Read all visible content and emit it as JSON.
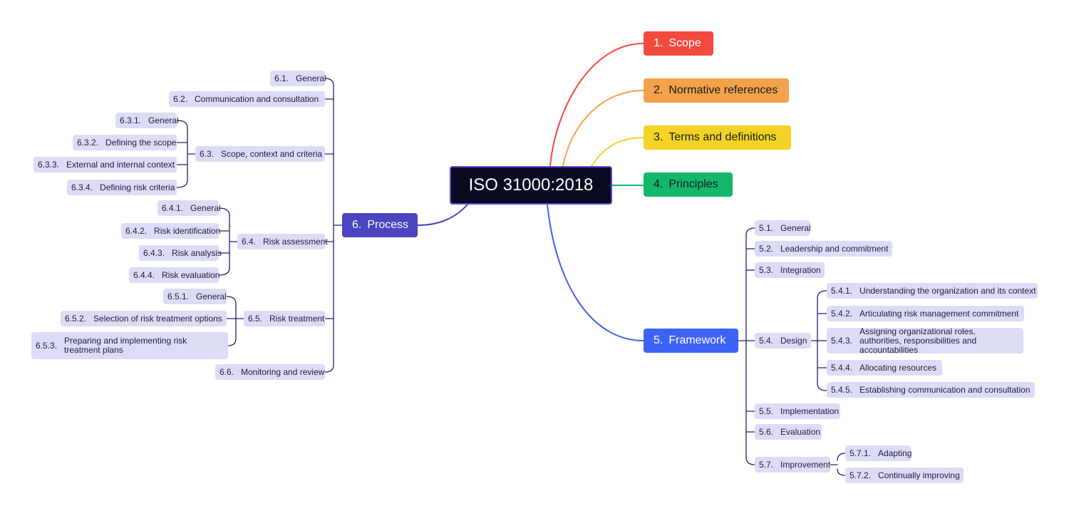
{
  "root": {
    "label": "ISO 31000:2018"
  },
  "colors": {
    "scope": "#f24a3f",
    "normative": "#f3a24c",
    "terms": "#f3d325",
    "principles": "#12b76a",
    "framework": "#3d63f5",
    "process": "#4b45c2",
    "branch_line": "#22206b",
    "sub_bg": "#dcdcf6"
  },
  "branches": {
    "scope": {
      "num": "1.",
      "label": "Scope"
    },
    "normative": {
      "num": "2.",
      "label": "Normative references"
    },
    "terms": {
      "num": "3.",
      "label": "Terms and definitions"
    },
    "principles": {
      "num": "4.",
      "label": "Principles"
    },
    "framework": {
      "num": "5.",
      "label": "Framework",
      "children": [
        {
          "num": "5.1.",
          "label": "General"
        },
        {
          "num": "5.2.",
          "label": "Leadership and commitment"
        },
        {
          "num": "5.3.",
          "label": "Integration"
        },
        {
          "num": "5.4.",
          "label": "Design",
          "children": [
            {
              "num": "5.4.1.",
              "label": "Understanding the organization and its context"
            },
            {
              "num": "5.4.2.",
              "label": "Articulating risk management commitment"
            },
            {
              "num": "5.4.3.",
              "label": "Assigning organizational roles, authorities, responsibilities and accountabilities"
            },
            {
              "num": "5.4.4.",
              "label": "Allocating resources"
            },
            {
              "num": "5.4.5.",
              "label": "Establishing communication and consultation"
            }
          ]
        },
        {
          "num": "5.5.",
          "label": "Implementation"
        },
        {
          "num": "5.6.",
          "label": "Evaluation"
        },
        {
          "num": "5.7.",
          "label": "Improvement",
          "children": [
            {
              "num": "5.7.1.",
              "label": "Adapting"
            },
            {
              "num": "5.7.2.",
              "label": "Continually improving"
            }
          ]
        }
      ]
    },
    "process": {
      "num": "6.",
      "label": "Process",
      "children": [
        {
          "num": "6.1.",
          "label": "General"
        },
        {
          "num": "6.2.",
          "label": "Communication and consultation"
        },
        {
          "num": "6.3.",
          "label": "Scope, context and criteria",
          "children": [
            {
              "num": "6.3.1.",
              "label": "General"
            },
            {
              "num": "6.3.2.",
              "label": "Defining the scope"
            },
            {
              "num": "6.3.3.",
              "label": "External and internal context"
            },
            {
              "num": "6.3.4.",
              "label": "Defining risk criteria"
            }
          ]
        },
        {
          "num": "6.4.",
          "label": "Risk assessment",
          "children": [
            {
              "num": "6.4.1.",
              "label": "General"
            },
            {
              "num": "6.4.2.",
              "label": "Risk identification"
            },
            {
              "num": "6.4.3.",
              "label": "Risk analysis"
            },
            {
              "num": "6.4.4.",
              "label": "Risk evaluation"
            }
          ]
        },
        {
          "num": "6.5.",
          "label": "Risk treatment",
          "children": [
            {
              "num": "6.5.1.",
              "label": "General"
            },
            {
              "num": "6.5.2.",
              "label": "Selection of risk treatment options"
            },
            {
              "num": "6.5.3.",
              "label": "Preparing and implementing risk treatment plans"
            }
          ]
        },
        {
          "num": "6.6.",
          "label": "Monitoring and review"
        }
      ]
    }
  }
}
